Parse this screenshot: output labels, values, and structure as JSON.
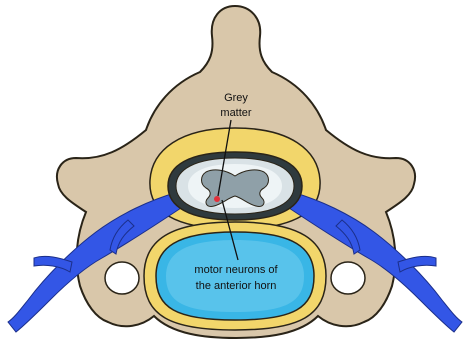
{
  "labels": {
    "grey_matter_line1": "Grey",
    "grey_matter_line2": "matter",
    "motor_line1": "motor neurons of",
    "motor_line2": "the anterior horn"
  },
  "colors": {
    "bone": "#d9c7aa",
    "bone_outline": "#2a2418",
    "dura": "#f2d66b",
    "nerve": "#3356e6",
    "cord": "#d9e2e6",
    "grey_matter": "#8fa0a8",
    "disc_fluid": "#39b6e6",
    "neuron_dot": "#e2303a"
  }
}
